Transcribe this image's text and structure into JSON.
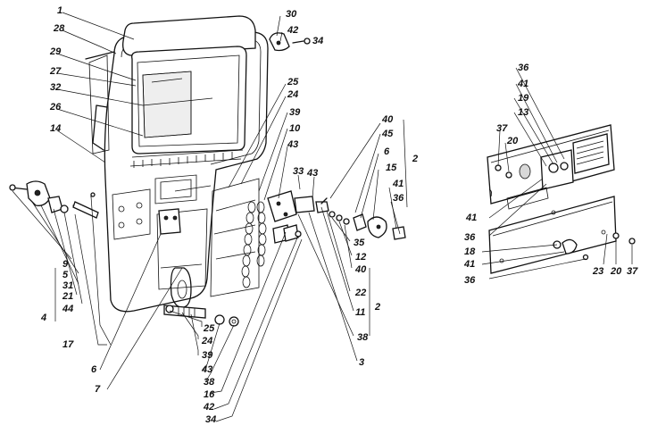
{
  "callouts": {
    "left": [
      {
        "id": "c1",
        "text": "1"
      },
      {
        "id": "c28a",
        "text": "28"
      },
      {
        "id": "c29",
        "text": "29"
      },
      {
        "id": "c27",
        "text": "27"
      },
      {
        "id": "c32",
        "text": "32"
      },
      {
        "id": "c26",
        "text": "26"
      },
      {
        "id": "c14",
        "text": "14"
      },
      {
        "id": "c30",
        "text": "30"
      },
      {
        "id": "c42a",
        "text": "42"
      },
      {
        "id": "c34a",
        "text": "34"
      },
      {
        "id": "c25a",
        "text": "25"
      },
      {
        "id": "c24a",
        "text": "24"
      },
      {
        "id": "c39a",
        "text": "39"
      },
      {
        "id": "c10",
        "text": "10"
      },
      {
        "id": "c43a",
        "text": "43"
      },
      {
        "id": "c33",
        "text": "33"
      },
      {
        "id": "c43b",
        "text": "43"
      },
      {
        "id": "c9",
        "text": "9"
      },
      {
        "id": "c5",
        "text": "5"
      },
      {
        "id": "c31",
        "text": "31"
      },
      {
        "id": "c4",
        "text": "4"
      },
      {
        "id": "c21",
        "text": "21"
      },
      {
        "id": "c44",
        "text": "44"
      },
      {
        "id": "c17",
        "text": "17"
      },
      {
        "id": "c6a",
        "text": "6"
      },
      {
        "id": "c7",
        "text": "7"
      },
      {
        "id": "c25b",
        "text": "25"
      },
      {
        "id": "c24b",
        "text": "24"
      },
      {
        "id": "c39b",
        "text": "39"
      },
      {
        "id": "c43c",
        "text": "43"
      },
      {
        "id": "c38a",
        "text": "38"
      },
      {
        "id": "c16",
        "text": "16"
      },
      {
        "id": "c42b",
        "text": "42"
      },
      {
        "id": "c34b",
        "text": "34"
      }
    ],
    "middle": [
      {
        "id": "c40a",
        "text": "40"
      },
      {
        "id": "c45",
        "text": "45"
      },
      {
        "id": "c6b",
        "text": "6"
      },
      {
        "id": "c15",
        "text": "15"
      },
      {
        "id": "c2a",
        "text": "2"
      },
      {
        "id": "c41a",
        "text": "41"
      },
      {
        "id": "c36a",
        "text": "36"
      },
      {
        "id": "c35",
        "text": "35"
      },
      {
        "id": "c12",
        "text": "12"
      },
      {
        "id": "c40b",
        "text": "40"
      },
      {
        "id": "c22",
        "text": "22"
      },
      {
        "id": "c11",
        "text": "11"
      },
      {
        "id": "c2b",
        "text": "2"
      },
      {
        "id": "c38b",
        "text": "38"
      },
      {
        "id": "c3",
        "text": "3"
      }
    ],
    "right": [
      {
        "id": "c36b",
        "text": "36"
      },
      {
        "id": "c41b",
        "text": "41"
      },
      {
        "id": "c19",
        "text": "19"
      },
      {
        "id": "c13",
        "text": "13"
      },
      {
        "id": "c37a",
        "text": "37"
      },
      {
        "id": "c20a",
        "text": "20"
      },
      {
        "id": "c41c",
        "text": "41"
      },
      {
        "id": "c36c",
        "text": "36"
      },
      {
        "id": "c18",
        "text": "18"
      },
      {
        "id": "c41d",
        "text": "41"
      },
      {
        "id": "c36d",
        "text": "36"
      },
      {
        "id": "c23",
        "text": "23"
      },
      {
        "id": "c20b",
        "text": "20"
      },
      {
        "id": "c37b",
        "text": "37"
      }
    ]
  },
  "colors": {
    "ink": "#111111",
    "paper": "#ffffff"
  }
}
